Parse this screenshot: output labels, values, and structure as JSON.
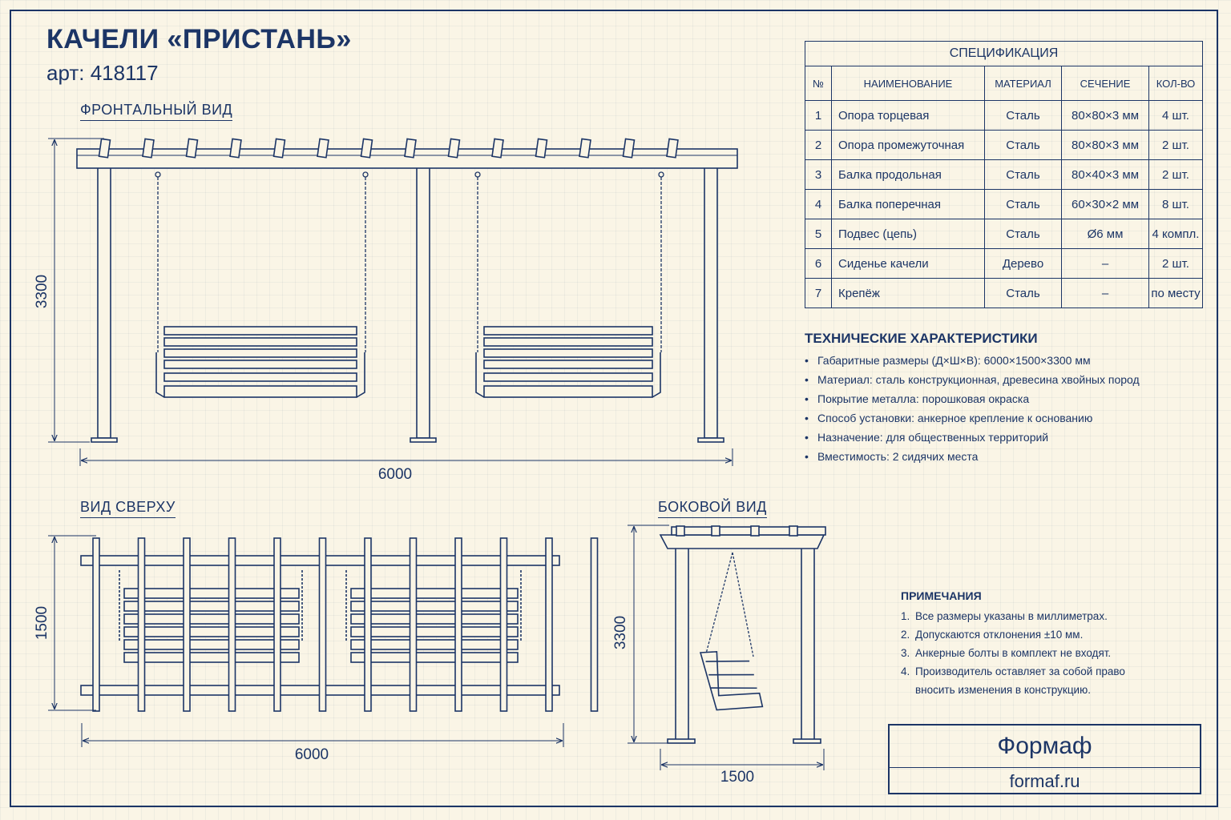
{
  "title": "КАЧЕЛИ «ПРИСТАНЬ»",
  "article": "арт: 418117",
  "views": {
    "front": {
      "label": "ФРОНТАЛЬНЫЙ ВИД",
      "height_dim": "3300",
      "width_dim": "6000"
    },
    "top": {
      "label": "ВИД СВЕРХУ",
      "height_dim": "1500",
      "width_dim": "6000"
    },
    "side": {
      "label": "БОКОВОЙ ВИД",
      "height_dim": "3300",
      "width_dim": "1500"
    }
  },
  "spec": {
    "caption": "СПЕЦИФИКАЦИЯ",
    "headers": [
      "№",
      "НАИМЕНОВАНИЕ",
      "МАТЕРИАЛ",
      "СЕЧЕНИЕ",
      "КОЛ-ВО"
    ],
    "rows": [
      [
        "1",
        "Опора торцевая",
        "Сталь",
        "80×80×3 мм",
        "4 шт."
      ],
      [
        "2",
        "Опора промежуточная",
        "Сталь",
        "80×80×3 мм",
        "2 шт."
      ],
      [
        "3",
        "Балка продольная",
        "Сталь",
        "80×40×3 мм",
        "2 шт."
      ],
      [
        "4",
        "Балка поперечная",
        "Сталь",
        "60×30×2 мм",
        "8 шт."
      ],
      [
        "5",
        "Подвес (цепь)",
        "Сталь",
        "Ø6 мм",
        "4 компл."
      ],
      [
        "6",
        "Сиденье качели",
        "Дерево",
        "–",
        "2 шт."
      ],
      [
        "7",
        "Крепёж",
        "Сталь",
        "–",
        "по месту"
      ]
    ]
  },
  "tech": {
    "title": "ТЕХНИЧЕСКИЕ ХАРАКТЕРИСТИКИ",
    "items": [
      "Габаритные размеры (Д×Ш×В): 6000×1500×3300 мм",
      "Материал: сталь конструкционная, древесина хвойных пород",
      "Покрытие металла: порошковая окраска",
      "Способ установки: анкерное крепление к основанию",
      "Назначение: для общественных территорий",
      "Вместимость: 2 сидячих места"
    ]
  },
  "notes": {
    "title": "ПРИМЕЧАНИЯ",
    "items": [
      "Все размеры указаны в миллиметрах.",
      "Допускаются отклонения ±10 мм.",
      "Анкерные болты в комплект не входят.",
      "Производитель оставляет за собой право"
    ],
    "continuation": "вносить изменения в конструкцию."
  },
  "brand": {
    "name": "Формаф",
    "site": "formaf.ru"
  },
  "colors": {
    "ink": "#1c3566",
    "paper": "#faf5e6"
  }
}
